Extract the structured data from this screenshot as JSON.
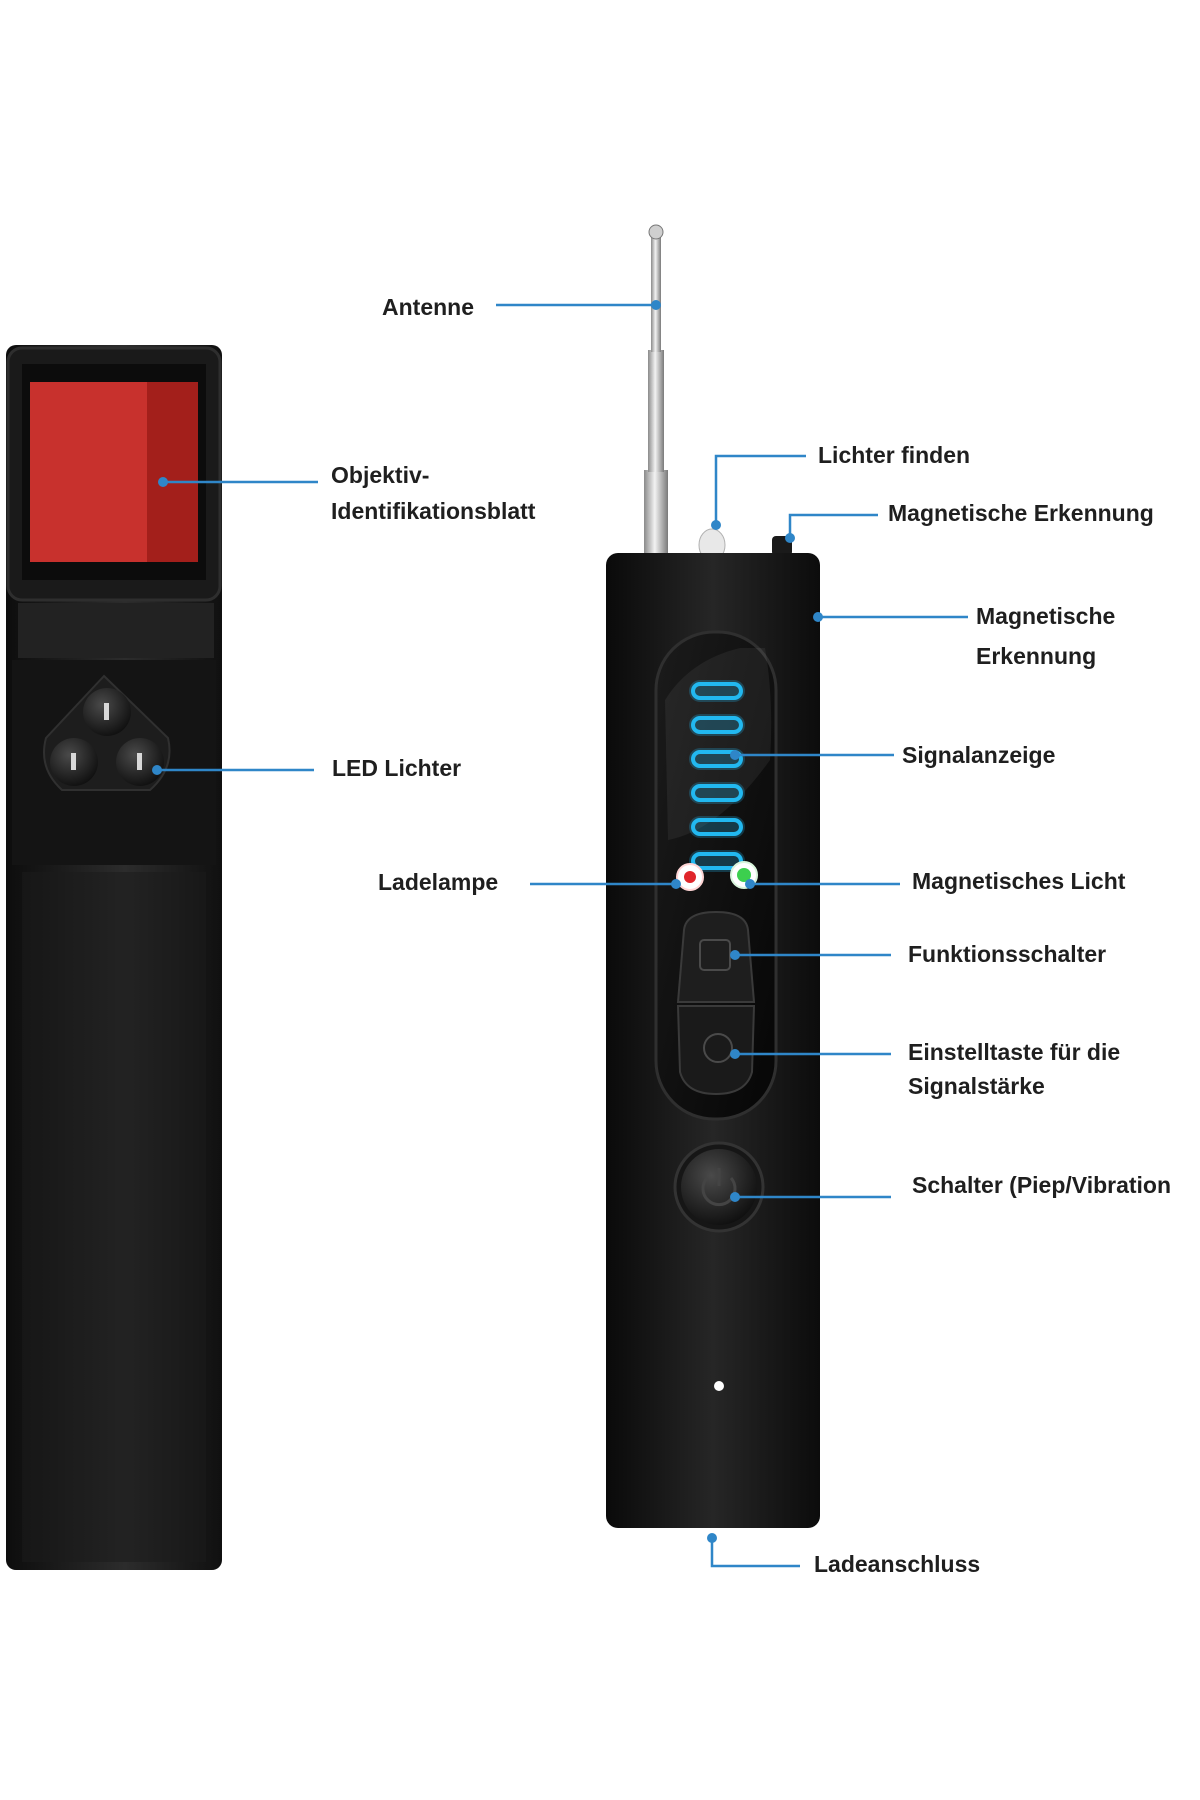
{
  "colors": {
    "leader": "#2f86c8",
    "body": "#161616",
    "lens": "#c8312d",
    "signal_led": "#22b8f0",
    "charge_led": "#e0262b",
    "magnet_led": "#3ccf4e"
  },
  "diagram": {
    "labels": {
      "antenne": "Antenne",
      "objektiv_line1": "Objektiv-",
      "objektiv_line2": "Identifikationsblatt",
      "lichter_finden": "Lichter finden",
      "magnetische_erkennung_top": "Magnetische Erkennung",
      "magnetische_line1": "Magnetische",
      "magnetische_line2": "Erkennung",
      "led_lichter": "LED Lichter",
      "signalanzeige": "Signalanzeige",
      "ladelampe": "Ladelampe",
      "magnetisches_licht": "Magnetisches Licht",
      "funktionsschalter": "Funktionsschalter",
      "einstelltaste_line1": "Einstelltaste für die",
      "einstelltaste_line2": "Signalstärke",
      "schalter": "Schalter (Piep/Vibration",
      "ladeanschluss": "Ladeanschluss"
    },
    "signal_indicator": {
      "segments": 6
    },
    "icons": [
      "antenna",
      "camera-lens",
      "led-cluster",
      "signal-bars",
      "charge-led",
      "magnet-led",
      "function-switch",
      "adjust-button",
      "power-button",
      "charging-port"
    ]
  }
}
